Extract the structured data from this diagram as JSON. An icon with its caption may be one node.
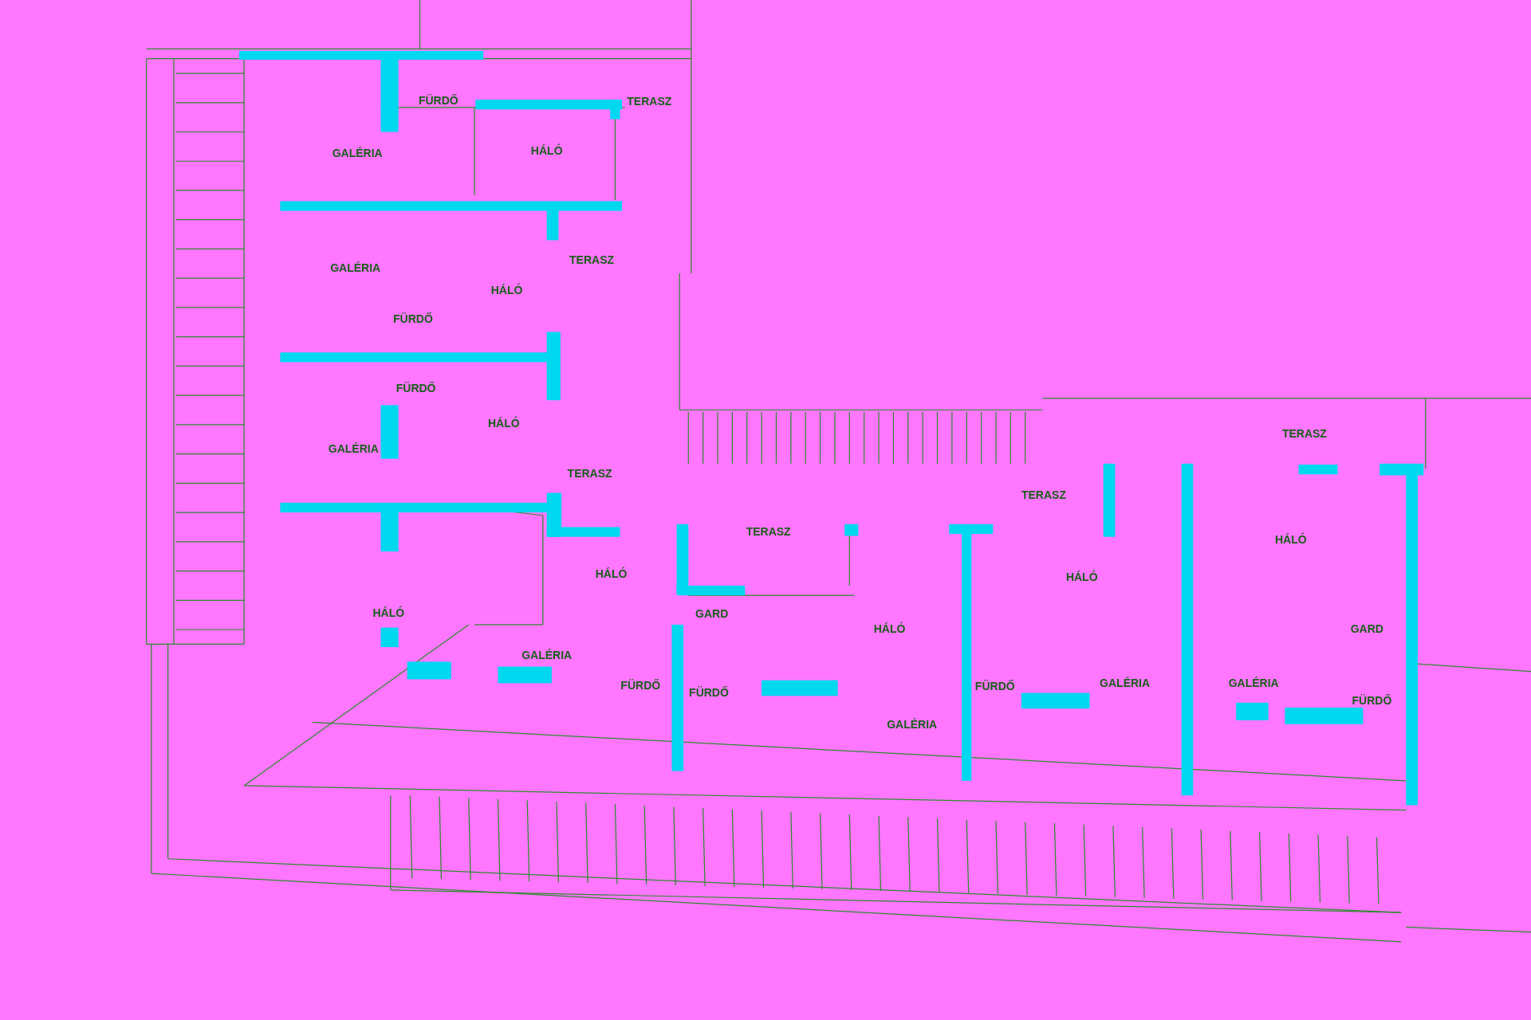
{
  "diagram": {
    "labels": [
      "FÜRDŐ",
      "TERASZ",
      "GALÉRIA",
      "HÁLÓ",
      "TERASZ",
      "GALÉRIA",
      "HÁLÓ",
      "FÜRDŐ",
      "FÜRDŐ",
      "HÁLÓ",
      "TERASZ",
      "GALÉRIA",
      "TERASZ",
      "TERASZ",
      "TERASZ",
      "HÁLÓ",
      "HÁLÓ",
      "HÁLÓ",
      "HÁLÓ",
      "GARD",
      "HÁLÓ",
      "GARD",
      "GALÉRIA",
      "FÜRDŐ",
      "FÜRDŐ",
      "FÜRDŐ",
      "GALÉRIA",
      "GALÉRIA",
      "FÜRDŐ",
      "GALÉRIA"
    ]
  }
}
